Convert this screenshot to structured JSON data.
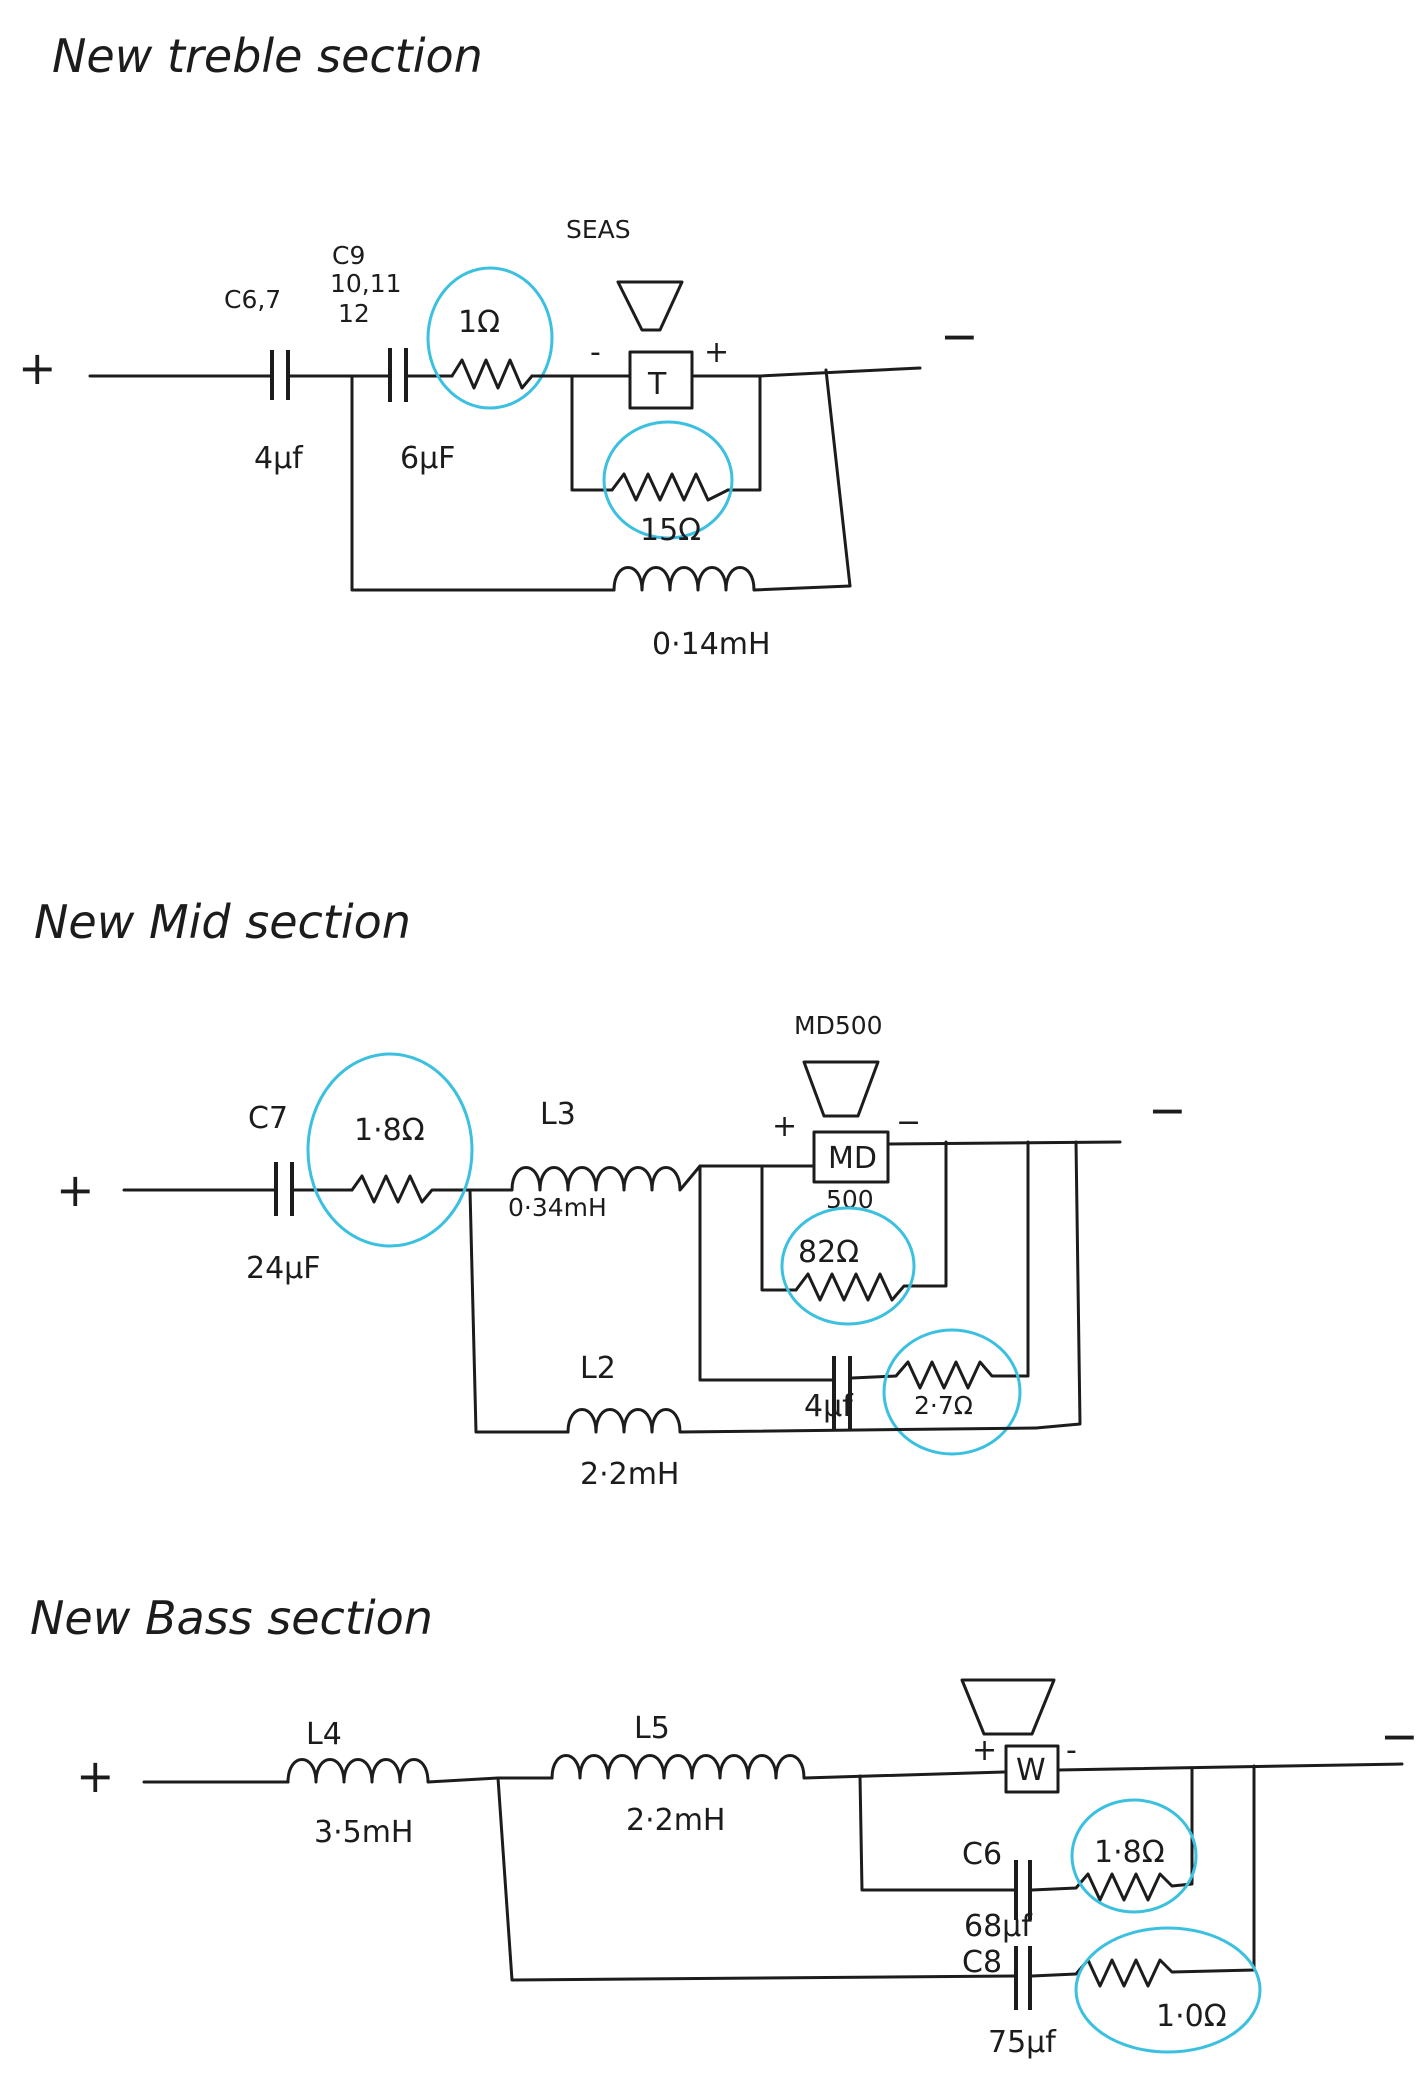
{
  "treble": {
    "title": "New treble section",
    "plus": "+",
    "minus": "−",
    "driver_brand": "SEAS",
    "driver_letter": "T",
    "driver_minus": "-",
    "driver_plus": "+",
    "c1_name": "C6,7",
    "c1_value": "4μf",
    "c2_name_a": "C9",
    "c2_name_b": "10,11",
    "c2_name_c": "12",
    "c2_value": "6μF",
    "r_series": "1Ω",
    "r_parallel": "15Ω",
    "l_shunt": "0·14mH"
  },
  "mid": {
    "title": "New Mid section",
    "plus": "+",
    "minus": "−",
    "c_name": "C7",
    "c_value": "24μF",
    "r_series": "1·8Ω",
    "l3_name": "L3",
    "l3_value": "0·34mH",
    "driver_name": "MD500",
    "driver_letter": "MD",
    "driver_sub": "500",
    "driver_plus": "+",
    "driver_minus": "−",
    "r_parallel": "82Ω",
    "l2_name": "L2",
    "l2_value": "2·2mH",
    "c_notch": "4μf",
    "r_notch": "2·7Ω"
  },
  "bass": {
    "title": "New Bass section",
    "plus": "+",
    "minus": "−",
    "l4_name": "L4",
    "l4_value": "3·5mH",
    "l5_name": "L5",
    "l5_value": "2·2mH",
    "driver_letter": "W",
    "driver_plus": "+",
    "driver_minus": "-",
    "c6_name": "C6",
    "c6_value": "68μf",
    "r1": "1·8Ω",
    "c8_name": "C8",
    "c8_value": "75μf",
    "r2": "1·0Ω"
  }
}
